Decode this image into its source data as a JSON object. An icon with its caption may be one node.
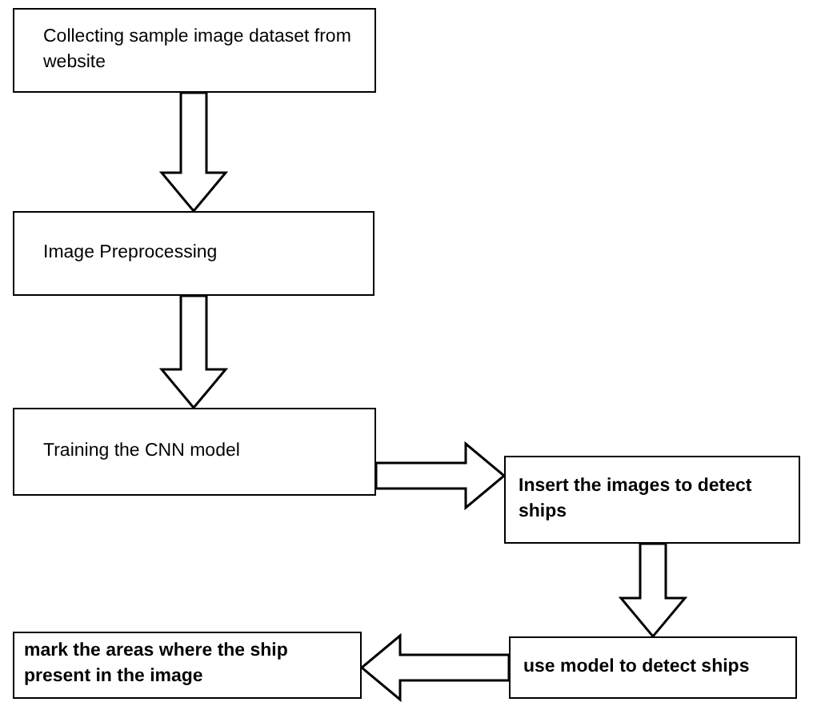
{
  "diagram": {
    "nodes": [
      {
        "text": [
          "Collecting sample image dataset from website"
        ]
      },
      {
        "text": [
          "Image Preprocessing"
        ]
      },
      {
        "text": [
          "Training the CNN model"
        ]
      },
      {
        "text": [
          "Insert the images to detect ships"
        ]
      },
      {
        "text": [
          "use model to detect ships"
        ]
      },
      {
        "text": [
          "mark the areas where the ship present in the image"
        ]
      }
    ],
    "edges": [
      {
        "from": 0,
        "to": 1,
        "arrow": "to"
      },
      {
        "from": 1,
        "to": 2,
        "arrow": "to"
      },
      {
        "from": 2,
        "to": 3,
        "arrow": "to"
      },
      {
        "from": 3,
        "to": 4,
        "arrow": "to"
      },
      {
        "from": 4,
        "to": 5,
        "arrow": "to"
      }
    ]
  }
}
